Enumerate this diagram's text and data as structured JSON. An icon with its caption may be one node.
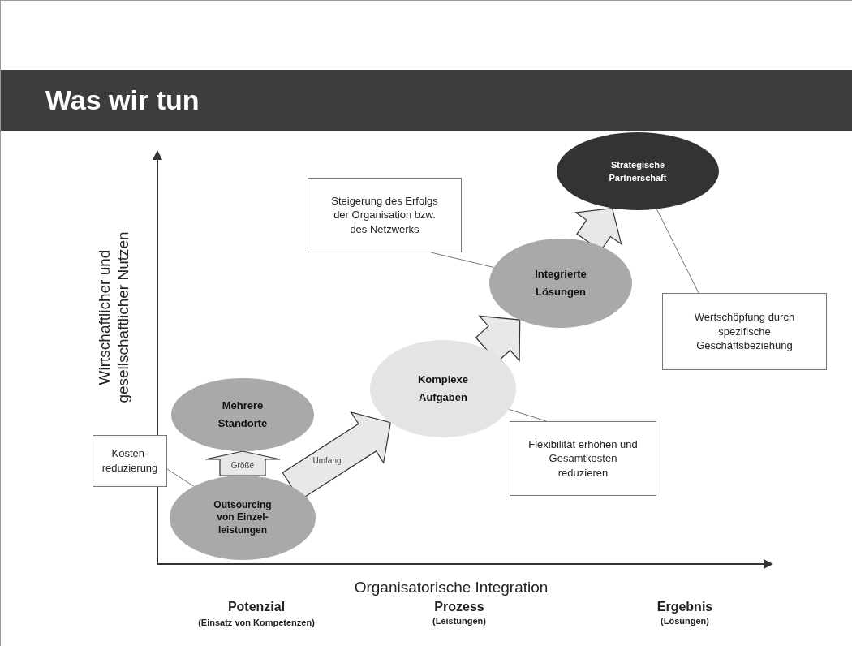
{
  "diagram": {
    "title": "Was wir tun",
    "nodes": [
      {
        "text": [
          "Outsourcing von Einzel- leistungen"
        ]
      },
      {
        "text": [
          "Mehrere Standorte"
        ]
      },
      {
        "text": [
          "Komplexe Aufgaben"
        ]
      },
      {
        "text": [
          "Integrierte Lösungen"
        ]
      },
      {
        "text": [
          "Strategische Partnerschaft"
        ]
      },
      {
        "text": [
          "Kosten- reduzierung"
        ]
      },
      {
        "text": [
          "Steigerung des Erfolgs der Organisation bzw. des Netzwerks"
        ]
      },
      {
        "text": [
          "Flexibilität erhöhen und Gesamtkosten reduzieren"
        ]
      },
      {
        "text": [
          "Wertschöpfung durch spezifische Geschäftsbeziehung"
        ]
      }
    ],
    "edges": [
      {
        "from": 0,
        "to": 1,
        "arrow": "to",
        "label": "Größe"
      },
      {
        "from": 0,
        "to": 2,
        "arrow": "to",
        "label": "Umfang"
      },
      {
        "from": 2,
        "to": 3,
        "arrow": "to"
      },
      {
        "from": 3,
        "to": 4,
        "arrow": "to"
      },
      {
        "from": 5,
        "to": 0,
        "arrow": "none"
      },
      {
        "from": 6,
        "to": 3,
        "arrow": "none"
      },
      {
        "from": 7,
        "to": 2,
        "arrow": "none"
      },
      {
        "from": 8,
        "to": 4,
        "arrow": "none"
      }
    ],
    "labels": [
      "Wirtschaftlicher und gesellschaftlicher Nutzen",
      "Organisatorische Integration",
      "Potenzial",
      "(Einsatz von Kompetenzen)",
      "Prozess",
      "(Leistungen)",
      "Ergebnis",
      "(Lösungen)"
    ]
  }
}
